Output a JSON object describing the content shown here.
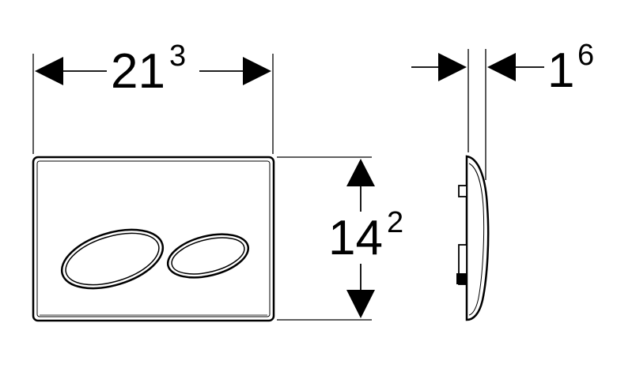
{
  "dimensions": {
    "width": {
      "main": "21",
      "sup": "3"
    },
    "height": {
      "main": "14",
      "sup": "2"
    },
    "depth": {
      "main": "1",
      "sup": "6"
    }
  },
  "colors": {
    "line": "#000000",
    "background": "#ffffff"
  }
}
